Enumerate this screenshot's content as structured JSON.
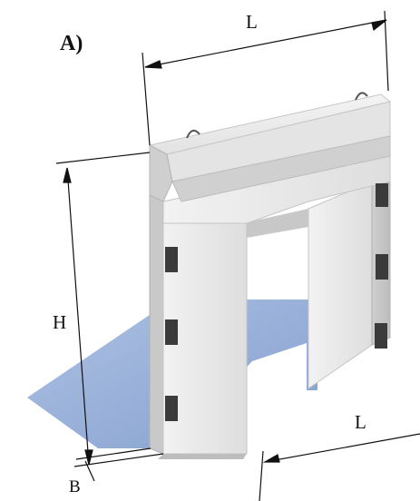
{
  "panel_label": "A)",
  "dimensions": {
    "length_top": "L",
    "height": "H",
    "thickness": "B",
    "length_bottom": "L"
  },
  "colors": {
    "concrete_light": "#ececec",
    "concrete_mid": "#d6d6d6",
    "concrete_dark": "#b7b7b7",
    "shadow": "#7f9ccf",
    "socket": "#3c3c3c",
    "dimension_line": "#111111"
  }
}
